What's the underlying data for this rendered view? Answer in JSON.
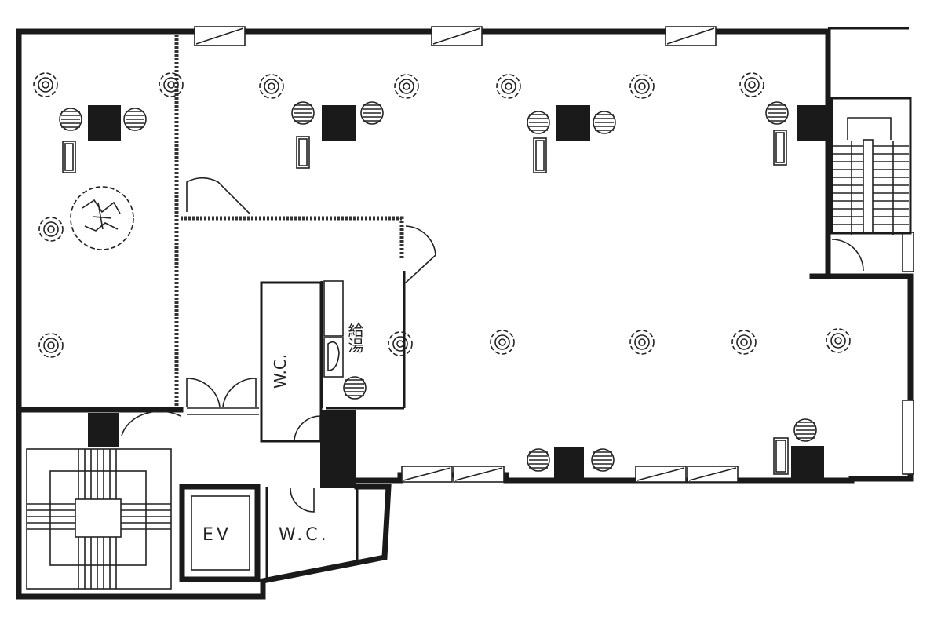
{
  "rooms": {
    "elevator_label": "EV",
    "wc_label": "W.C.",
    "wc_upper_label": "W.C.",
    "kitchenette_label": "給湯"
  }
}
